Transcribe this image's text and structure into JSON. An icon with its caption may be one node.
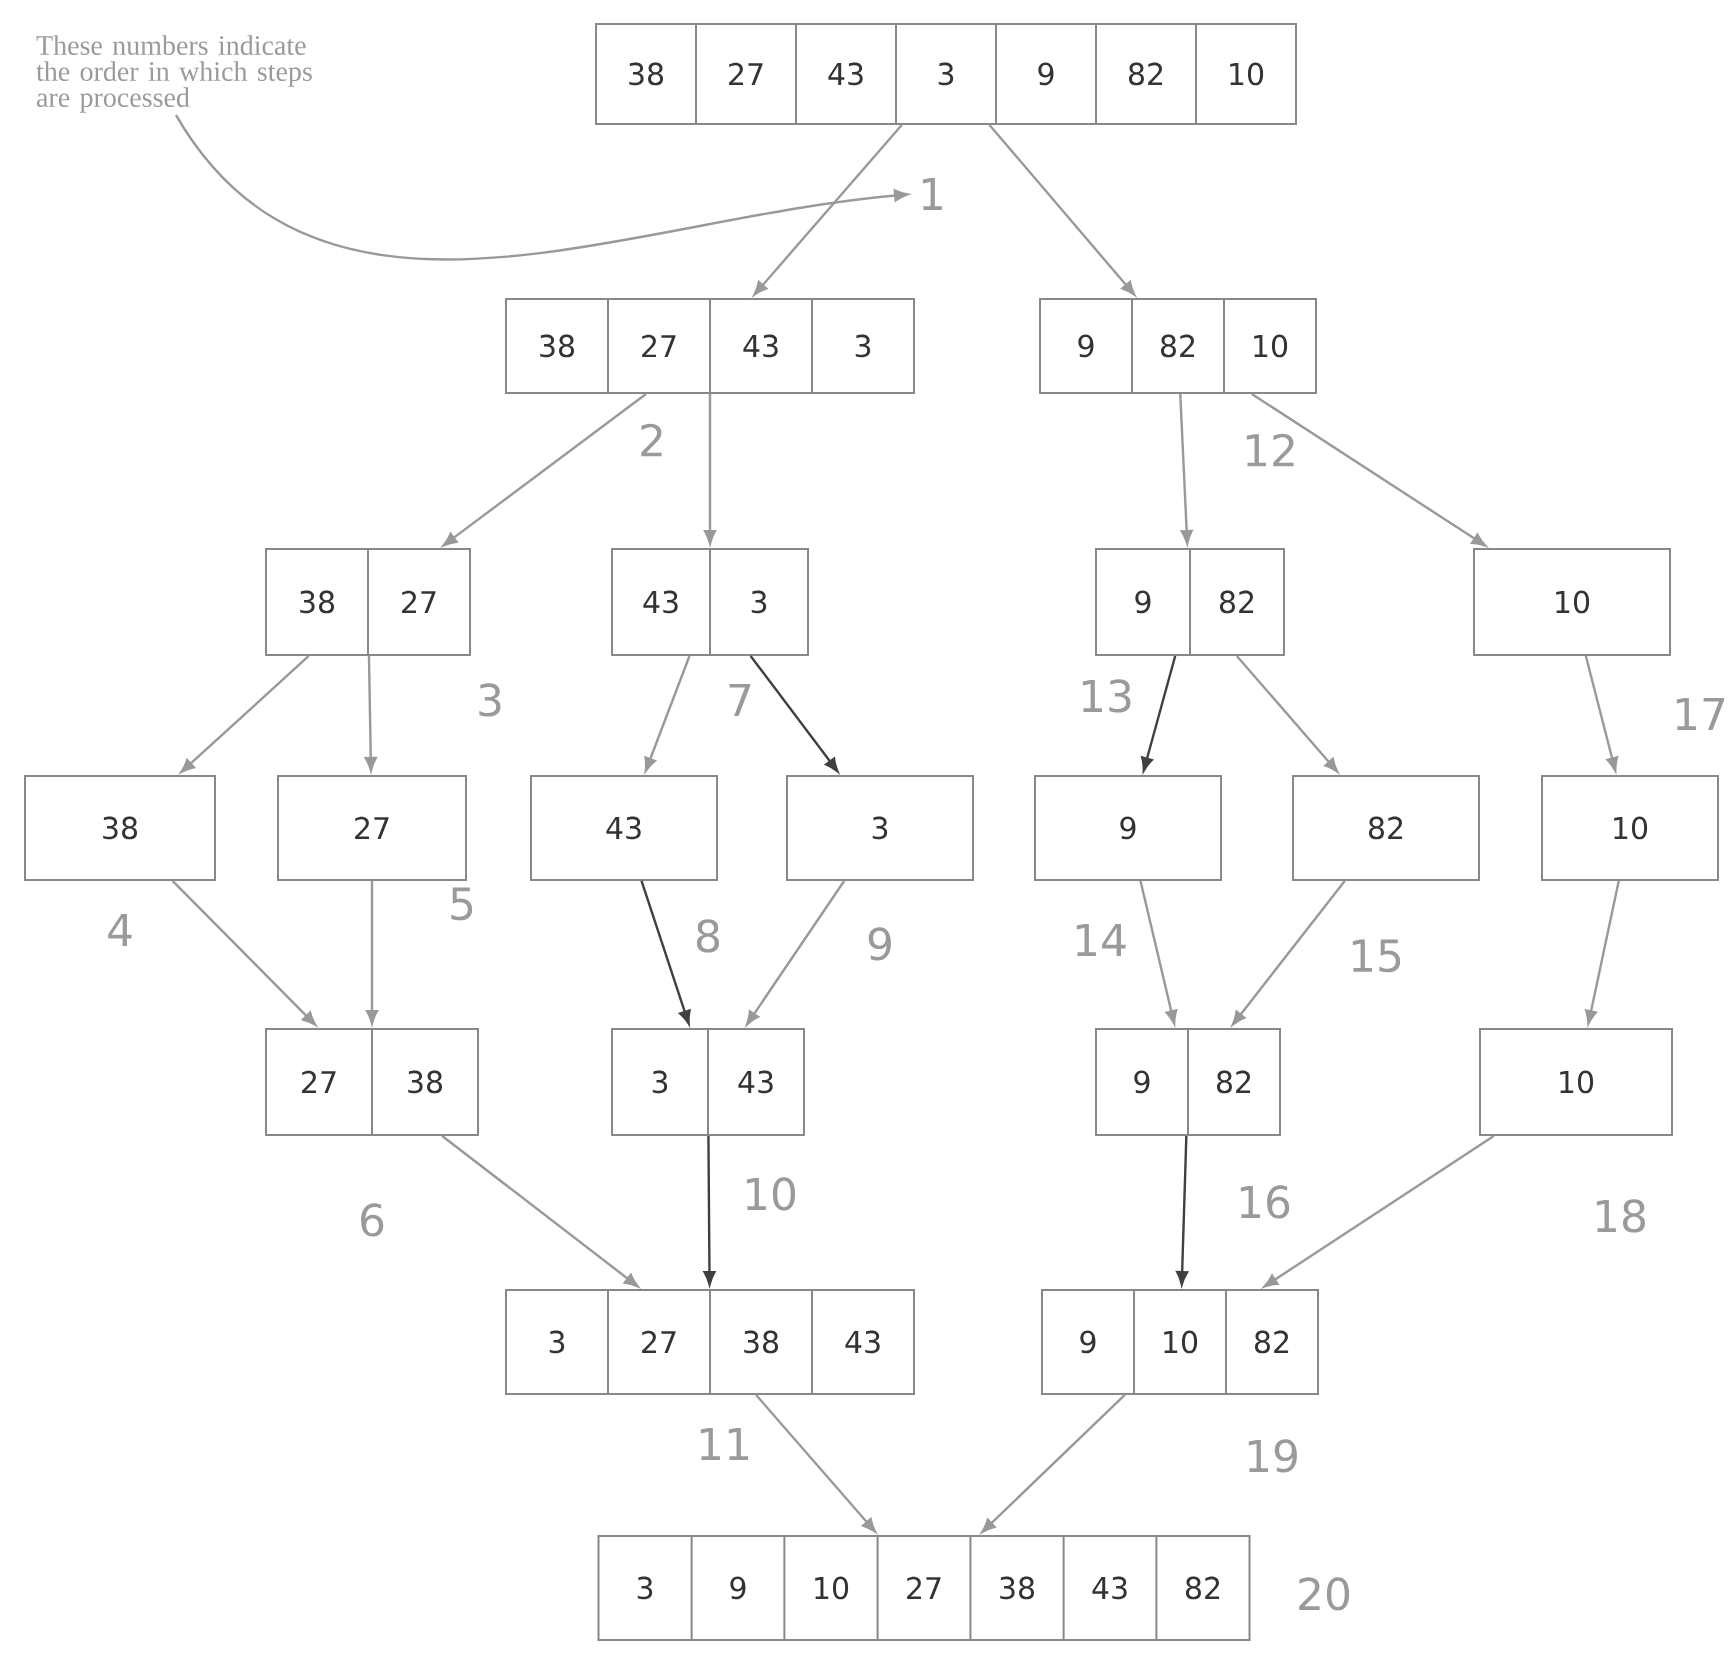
{
  "diagram": {
    "nodes": [
      {
        "text": [
          "These numbers indicate the order in which steps are processed"
        ]
      },
      {
        "text": [
          "38",
          "27",
          "43",
          "3",
          "9",
          "82",
          "10"
        ],
        "beside": [
          "1"
        ]
      },
      {
        "text": [
          "38",
          "27",
          "43",
          "3"
        ],
        "beside": [
          "2"
        ]
      },
      {
        "text": [
          "9",
          "82",
          "10"
        ],
        "beside": [
          "12"
        ]
      },
      {
        "text": [
          "38",
          "27"
        ],
        "beside": [
          "3"
        ]
      },
      {
        "text": [
          "43",
          "3"
        ],
        "beside": [
          "7"
        ]
      },
      {
        "text": [
          "9",
          "82"
        ],
        "beside": [
          "13"
        ]
      },
      {
        "text": [
          "10"
        ],
        "beside": [
          "17"
        ]
      },
      {
        "text": [
          "38"
        ],
        "beside": [
          "4"
        ]
      },
      {
        "text": [
          "27"
        ],
        "beside": [
          "5"
        ]
      },
      {
        "text": [
          "43"
        ],
        "beside": [
          "8"
        ]
      },
      {
        "text": [
          "3"
        ],
        "beside": [
          "9"
        ]
      },
      {
        "text": [
          "9"
        ],
        "beside": [
          "14"
        ]
      },
      {
        "text": [
          "82"
        ],
        "beside": [
          "15"
        ]
      },
      {
        "text": [
          "10"
        ]
      },
      {
        "text": [
          "27",
          "38"
        ],
        "beside": [
          "6"
        ]
      },
      {
        "text": [
          "3",
          "43"
        ],
        "beside": [
          "10"
        ]
      },
      {
        "text": [
          "9",
          "82"
        ],
        "beside": [
          "16"
        ]
      },
      {
        "text": [
          "10"
        ],
        "beside": [
          "18"
        ]
      },
      {
        "text": [
          "3",
          "27",
          "38",
          "43"
        ],
        "beside": [
          "11"
        ]
      },
      {
        "text": [
          "9",
          "10",
          "82"
        ],
        "beside": [
          "19"
        ]
      },
      {
        "text": [
          "3",
          "9",
          "10",
          "27",
          "38",
          "43",
          "82"
        ],
        "beside": [
          "20"
        ]
      }
    ],
    "edges": [
      {
        "from": 0,
        "to": 1,
        "arrow": "to"
      },
      {
        "from": 1,
        "to": 2,
        "arrow": "to"
      },
      {
        "from": 1,
        "to": 3,
        "arrow": "to"
      },
      {
        "from": 2,
        "to": 4,
        "arrow": "to"
      },
      {
        "from": 2,
        "to": 5,
        "arrow": "to"
      },
      {
        "from": 3,
        "to": 6,
        "arrow": "to"
      },
      {
        "from": 3,
        "to": 7,
        "arrow": "to"
      },
      {
        "from": 4,
        "to": 8,
        "arrow": "to"
      },
      {
        "from": 4,
        "to": 9,
        "arrow": "to"
      },
      {
        "from": 5,
        "to": 10,
        "arrow": "to"
      },
      {
        "from": 5,
        "to": 11,
        "arrow": "to",
        "color": "#404040"
      },
      {
        "from": 6,
        "to": 12,
        "arrow": "to",
        "color": "#404040"
      },
      {
        "from": 6,
        "to": 13,
        "arrow": "to"
      },
      {
        "from": 7,
        "to": 14,
        "arrow": "to"
      },
      {
        "from": 8,
        "to": 15,
        "arrow": "to"
      },
      {
        "from": 9,
        "to": 15,
        "arrow": "to"
      },
      {
        "from": 10,
        "to": 16,
        "arrow": "to",
        "color": "#404040"
      },
      {
        "from": 11,
        "to": 16,
        "arrow": "to"
      },
      {
        "from": 12,
        "to": 17,
        "arrow": "to"
      },
      {
        "from": 13,
        "to": 17,
        "arrow": "to"
      },
      {
        "from": 14,
        "to": 18,
        "arrow": "to"
      },
      {
        "from": 15,
        "to": 19,
        "arrow": "to"
      },
      {
        "from": 16,
        "to": 19,
        "arrow": "to",
        "color": "#404040"
      },
      {
        "from": 17,
        "to": 20,
        "arrow": "to",
        "color": "#404040"
      },
      {
        "from": 18,
        "to": 20,
        "arrow": "to"
      },
      {
        "from": 19,
        "to": 21,
        "arrow": "to"
      },
      {
        "from": 20,
        "to": 21,
        "arrow": "to"
      }
    ]
  }
}
